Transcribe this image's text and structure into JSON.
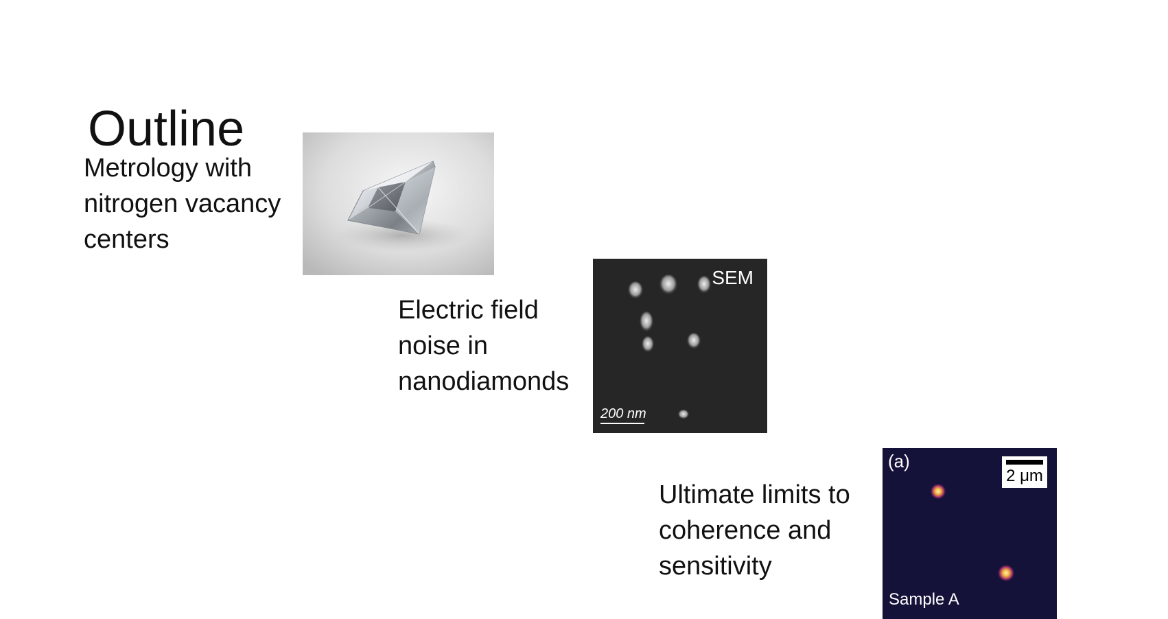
{
  "slide": {
    "title": "Outline"
  },
  "items": [
    {
      "lines": [
        "Metrology with",
        "nitrogen vacancy",
        "centers"
      ],
      "image": "diamond-photo"
    },
    {
      "lines": [
        "Electric field",
        "noise in",
        "nanodiamonds"
      ],
      "image": "sem-micrograph",
      "overlay_label": "SEM",
      "scale_label": "200 nm"
    },
    {
      "lines": [
        "Ultimate limits to",
        "coherence and",
        "sensitivity"
      ],
      "image": "confocal-scan",
      "panel_letter": "(a)",
      "scale_label": "2 μm",
      "sample_label": "Sample A"
    }
  ],
  "colors": {
    "text": "#111111",
    "background": "#ffffff",
    "sem_background": "#2a2a2a",
    "confocal_background": "#15123a",
    "confocal_spot": "#f2b640"
  }
}
